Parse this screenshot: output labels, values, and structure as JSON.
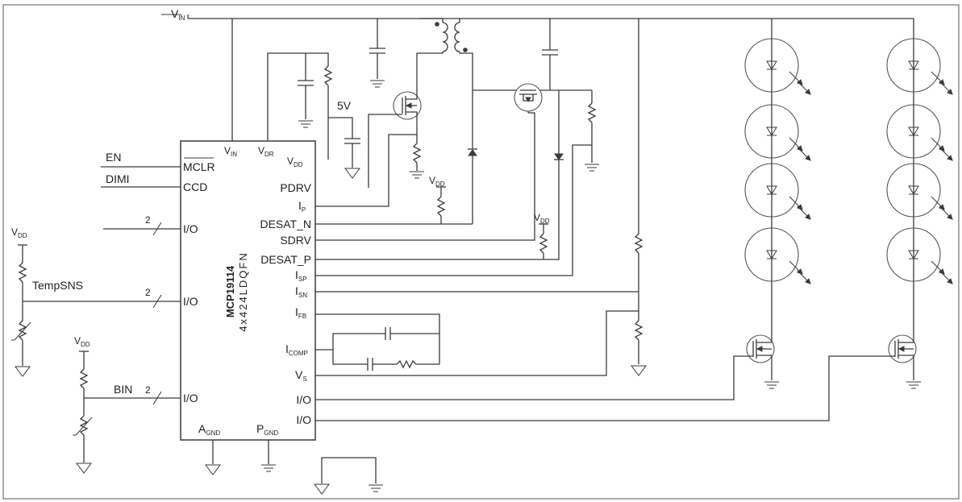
{
  "chip": {
    "name": "MCP19114",
    "package": "4x424LDQFN"
  },
  "chip_pins": {
    "vin": "V",
    "vin_sub": "IN",
    "vdr": "V",
    "vdr_sub": "DR",
    "vdd": "V",
    "vdd_sub": "DD",
    "mclr": "MCLR",
    "ccd": "CCD",
    "io_left_1": "I/O",
    "io_left_2": "I/O",
    "io_left_3": "I/O",
    "pdrv": "PDRV",
    "ip": "I",
    "ip_sub": "P",
    "desat_n": "DESAT_N",
    "sdrv": "SDRV",
    "desat_p": "DESAT_P",
    "isp": "I",
    "isp_sub": "SP",
    "isn": "I",
    "isn_sub": "SN",
    "ifb": "I",
    "ifb_sub": "FB",
    "icomp": "I",
    "icomp_sub": "COMP",
    "vs": "V",
    "vs_sub": "S",
    "io_right_1": "I/O",
    "io_right_2": "I/O",
    "agnd": "A",
    "agnd_sub": "GND",
    "pgnd": "P",
    "pgnd_sub": "GND"
  },
  "net_labels": {
    "vin": "V",
    "vin_sub": "IN",
    "en": "EN",
    "dimi": "DIMI",
    "tempsns": "TempSNS",
    "bin": "BIN",
    "five_v": "5V",
    "vdd": "V",
    "vdd_sub": "DD",
    "bus_width_1": "2",
    "bus_width_2": "2",
    "bus_width_3": "2"
  }
}
